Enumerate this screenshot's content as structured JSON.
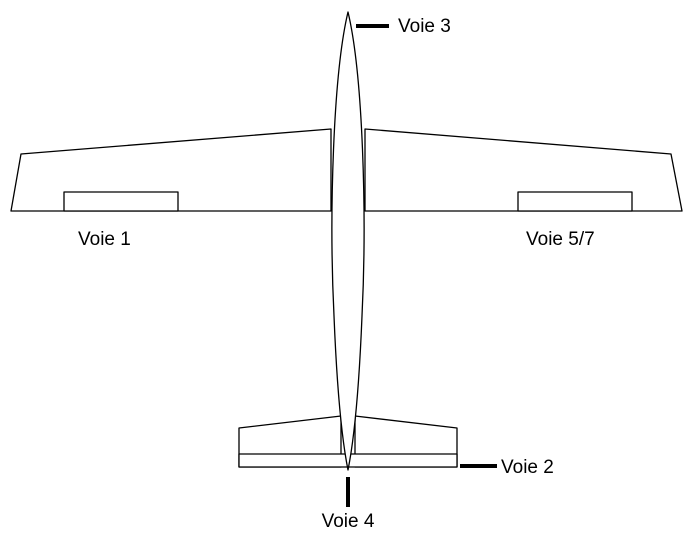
{
  "labels": {
    "channel_1": "Voie 1",
    "channel_2": "Voie 2",
    "channel_3": "Voie 3",
    "channel_4": "Voie 4",
    "channel_5_7": "Voie 5/7"
  },
  "colors": {
    "stroke": "#000000",
    "fill": "#ffffff"
  }
}
